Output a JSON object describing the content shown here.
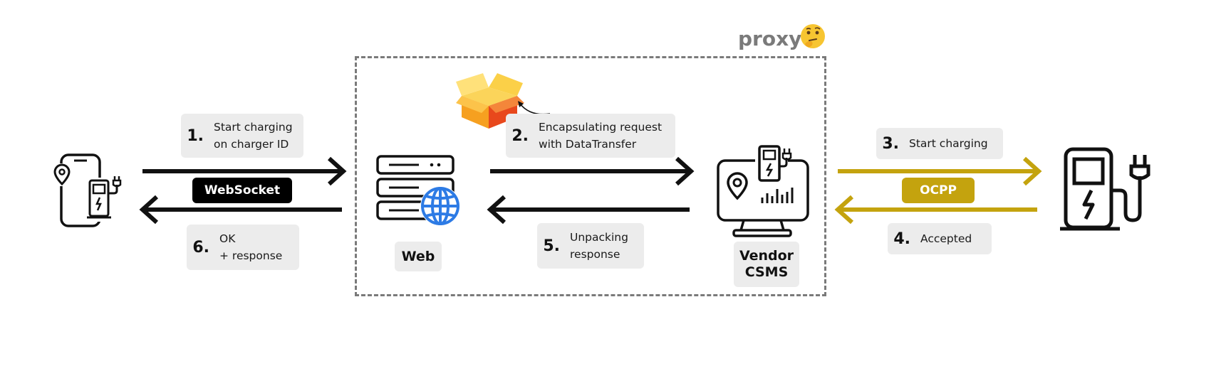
{
  "proxy": {
    "label": "proxy",
    "emoji_icon": "thinking-face-icon"
  },
  "steps": [
    {
      "num": "1.",
      "text": "Start charging\non charger ID"
    },
    {
      "num": "2.",
      "text": "Encapsulating request\nwith DataTransfer"
    },
    {
      "num": "3.",
      "text": "Start charging"
    },
    {
      "num": "4.",
      "text": "Accepted"
    },
    {
      "num": "5.",
      "text": "Unpacking\nresponse"
    },
    {
      "num": "6.",
      "text": "OK\n+ response"
    }
  ],
  "protocols": {
    "websocket": "WebSocket",
    "ocpp": "OCPP"
  },
  "nodes": {
    "web": "Web",
    "csms": "Vendor\nCSMS"
  },
  "colors": {
    "black_arrow": "#111111",
    "ocpp_arrow": "#c4a30e",
    "proxy_border": "#7a7a7a",
    "globe": "#2d7be5"
  }
}
